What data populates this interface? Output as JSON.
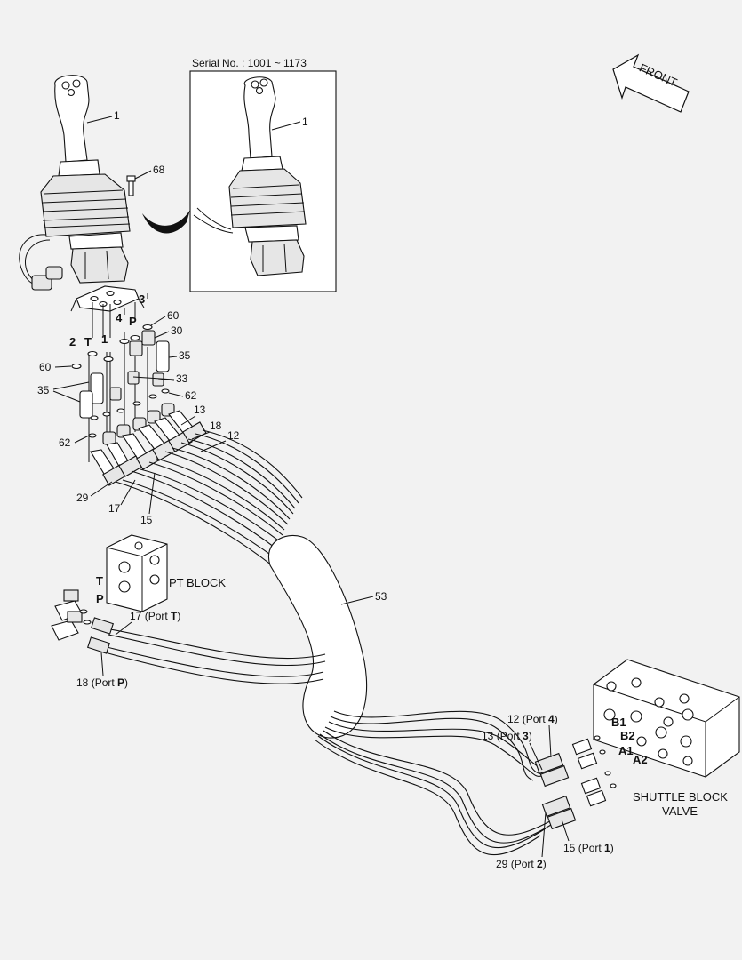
{
  "serial_note": "Serial No. : 1001 ~ 1173",
  "front_label": "FRONT",
  "pt_block": {
    "title": "PT BLOCK",
    "port_t": "T",
    "port_p": "P"
  },
  "shuttle_block": {
    "line1": "SHUTTLE BLOCK",
    "line2": "VALVE",
    "ports": [
      "B1",
      "B2",
      "A1",
      "A2"
    ]
  },
  "top_ports": [
    "2",
    "T",
    "1",
    "4",
    "P",
    "3"
  ],
  "callouts": {
    "joystick_main": "1",
    "joystick_inset": "1",
    "bolt": "68",
    "oring_60_right": "60",
    "oring_60_left": "60",
    "adapter_30": "30",
    "fitting_35_right": "35",
    "fitting_35_left": "35",
    "adapter_33": "33",
    "oring_62_right": "62",
    "oring_62_left": "62",
    "hose_13": "13",
    "hose_18": "18",
    "hose_12": "12",
    "hose_29": "29",
    "hose_17": "17",
    "hose_15": "15",
    "sleeve_53": "53"
  },
  "port_callouts": {
    "hose_17_port_t": {
      "num": "17",
      "pre": " (Port ",
      "port": "T",
      "post": ")"
    },
    "hose_18_port_p": {
      "num": "18",
      "pre": " (Port ",
      "port": "P",
      "post": ")"
    },
    "hose_12_port_4": {
      "num": "12",
      "pre": " (Port ",
      "port": "4",
      "post": ")"
    },
    "hose_13_port_3": {
      "num": "13",
      "pre": " (Port ",
      "port": "3",
      "post": ")"
    },
    "hose_15_port_1": {
      "num": "15",
      "pre": " (Port ",
      "port": "1",
      "post": ")"
    },
    "hose_29_port_2": {
      "num": "29",
      "pre": " (Port ",
      "port": "2",
      "post": ")"
    }
  }
}
